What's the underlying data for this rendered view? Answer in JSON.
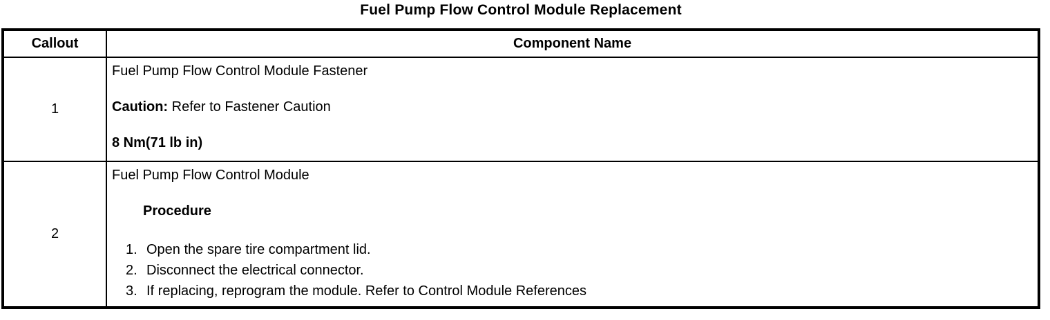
{
  "title": "Fuel Pump Flow Control Module Replacement",
  "table": {
    "headers": {
      "callout": "Callout",
      "component": "Component Name"
    },
    "rows": [
      {
        "callout": "1",
        "component_name": "Fuel Pump Flow Control Module Fastener",
        "caution_label": "Caution:",
        "caution_text": " Refer to Fastener Caution",
        "torque_spec": "8 Nm(71 lb in)"
      },
      {
        "callout": "2",
        "component_name": "Fuel Pump Flow Control Module",
        "procedure_heading": "Procedure",
        "steps": [
          {
            "num": "1.",
            "text": "Open the spare tire compartment lid."
          },
          {
            "num": "2.",
            "text": "Disconnect the electrical connector."
          },
          {
            "num": "3.",
            "text": "If replacing, reprogram the module. Refer to Control Module References"
          }
        ]
      }
    ]
  },
  "colors": {
    "text": "#000000",
    "background": "#ffffff",
    "border": "#000000"
  }
}
